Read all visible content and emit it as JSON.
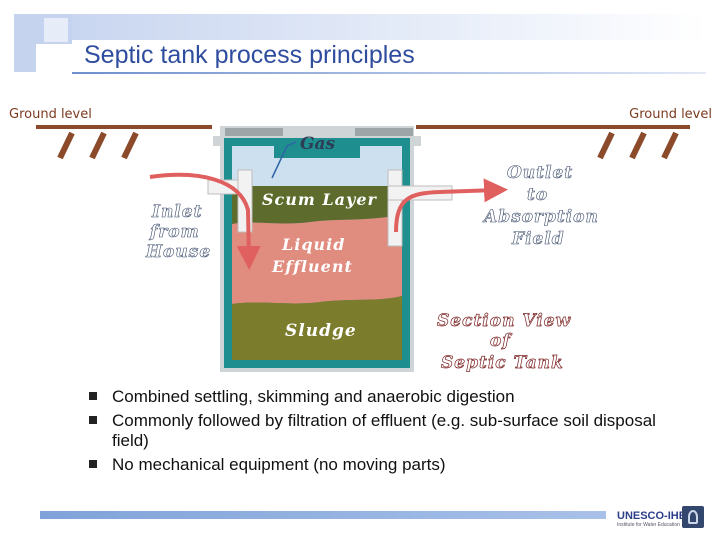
{
  "slide": {
    "title": "Septic tank process principles",
    "ground_left": "Ground level",
    "ground_right": "Ground level"
  },
  "diagram": {
    "gas": "Gas",
    "scum": "Scum Layer",
    "inlet": [
      "Inlet",
      "from",
      "House"
    ],
    "outlet": [
      "Outlet",
      "to",
      "Absorption",
      "Field"
    ],
    "liquid": [
      "Liquid",
      "Effluent"
    ],
    "sludge": "Sludge",
    "section": [
      "Section View",
      "of",
      "Septic Tank"
    ]
  },
  "bullets": [
    "Combined settling, skimming and anaerobic digestion",
    "Commonly followed by filtration of effluent (e.g. sub-surface soil disposal field)",
    "No mechanical equipment (no moving parts)"
  ],
  "footer": {
    "logo": "UNESCO-IHE",
    "logo_sub": "Institute for Water Education"
  }
}
